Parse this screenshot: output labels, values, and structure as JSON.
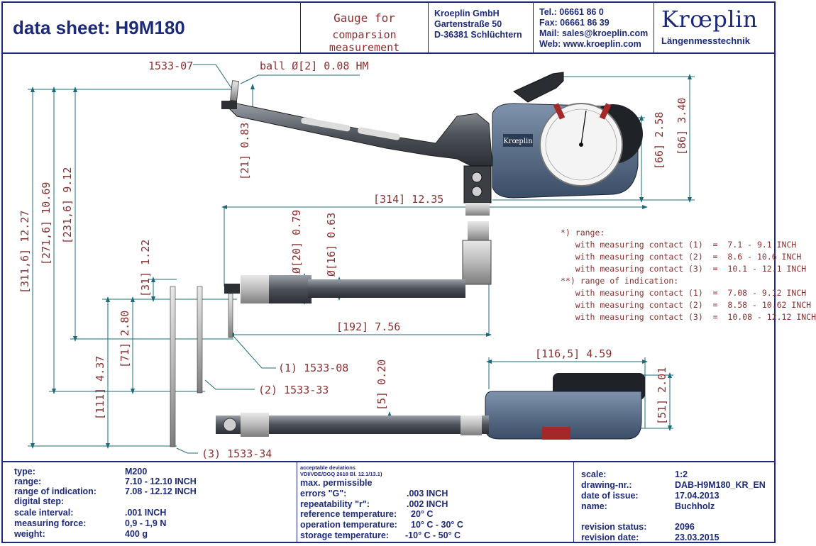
{
  "header": {
    "title": "data sheet:  H9M180",
    "gauge_title_line1": "Gauge for",
    "gauge_title_line2": "comparsion measurement",
    "company": [
      "Kroeplin GmbH",
      "Gartenstraße 50",
      "D-36381 Schlüchtern"
    ],
    "contact": [
      "Tel.:  06661 86 0",
      "Fax:  06661 86 39",
      "Mail: sales@kroeplin.com",
      "Web: www.kroeplin.com"
    ],
    "logo": "Krœplin",
    "logo_sub": "Längenmesstechnik"
  },
  "drawing": {
    "dims": {
      "part_top": "1533-07",
      "ball": "ball Ø[2] 0.08 HM",
      "d21": "[21] 0.83",
      "d66": "[66] 2.58",
      "d86": "[86] 3.40",
      "d314": "[314] 12.35",
      "d20": "Ø[20] 0.79",
      "d16": "Ø[16] 0.63",
      "d192": "[192] 7.56",
      "d311": "[311,6] 12.27",
      "d271": "[271,6] 10.69",
      "d231": "[231,6] 9.12",
      "d31": "[31] 1.22",
      "d71": "[71] 2.80",
      "d111": "[111] 4.37",
      "p1": "(1) 1533-08",
      "p2": "(2) 1533-33",
      "p3": "(3) 1533-34",
      "d116": "[116,5] 4.59",
      "d5": "[5] 0.20",
      "d51": "[51] 2.01"
    },
    "dial_brand": "Krœplin",
    "notes": [
      "*) range:",
      "   with measuring contact (1)  =  7.1 - 9.1 INCH",
      "   with measuring contact (2)  =  8.6 - 10.6 INCH",
      "   with measuring contact (3)  =  10.1 - 12.1 INCH",
      "",
      "**) range of indication:",
      "   with measuring contact (1)  =  7.08 - 9.12 INCH",
      "   with measuring contact (2)  =  8.58 - 10.62 INCH",
      "   with measuring contact (3)  =  10.08 - 12.12 INCH"
    ]
  },
  "footer": {
    "specs": [
      {
        "label": "type:",
        "value": "M200"
      },
      {
        "label": "range:",
        "value": "7.10 - 12.10 INCH"
      },
      {
        "label": "range of indication:",
        "value": "7.08 - 12.12 INCH"
      },
      {
        "label": "digital step:",
        "value": ""
      },
      {
        "label": "scale interval:",
        "value": ".001 INCH"
      },
      {
        "label": "measuring force:",
        "value": "0,9 - 1,9 N"
      },
      {
        "label": "weight:",
        "value": "400 g"
      }
    ],
    "dev_small1": "acceptable deviations",
    "dev_small2": "VDI/VDE/DGQ 2618 Bl. 12.1/13.1)",
    "dev_title": "max. permissible",
    "deviations": [
      {
        "label": "errors \"G\":",
        "value": ".003 INCH"
      },
      {
        "label": "repeatability \"r\":",
        "value": ".002 INCH"
      },
      {
        "label": "reference temperature:",
        "value": "20° C"
      },
      {
        "label": "operation temperature:",
        "value": "10° C - 30° C"
      },
      {
        "label": "storage temperature:",
        "value": "-10° C - 50° C"
      }
    ],
    "drawing_info": [
      {
        "label": "scale:",
        "value": "1:2"
      },
      {
        "label": "drawing-nr.:",
        "value": "DAB-H9M180_KR_EN"
      },
      {
        "label": "date of issue:",
        "value": "17.04.2013"
      },
      {
        "label": "name:",
        "value": "Buchholz"
      }
    ],
    "revision": [
      {
        "label": "revision status:",
        "value": "2096"
      },
      {
        "label": "revision date:",
        "value": "23.03.2015"
      }
    ]
  }
}
